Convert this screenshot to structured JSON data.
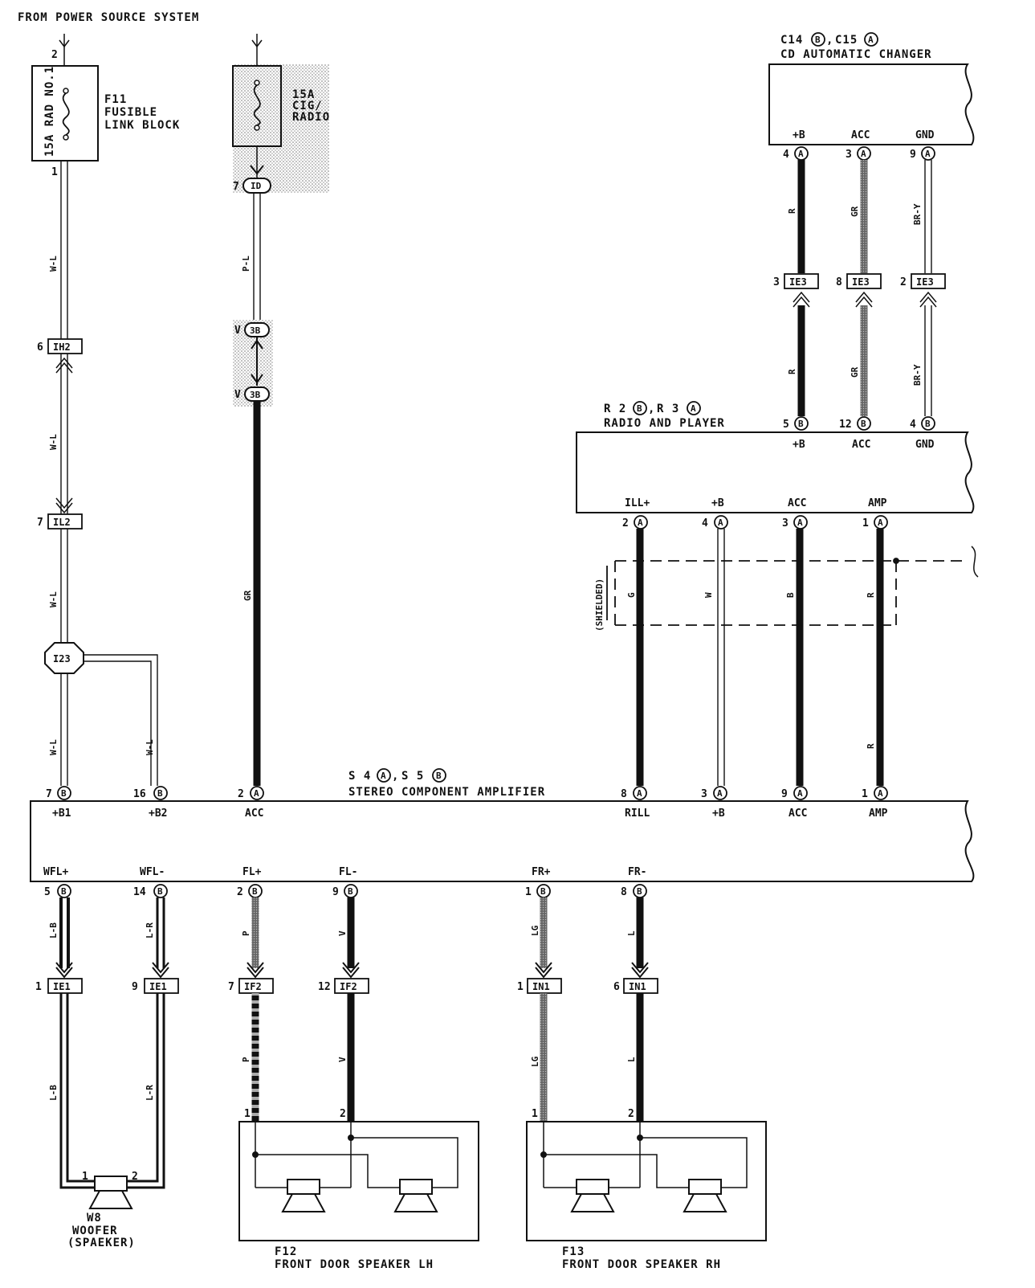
{
  "header": {
    "source_label": "FROM POWER SOURCE SYSTEM"
  },
  "fuse_f11": {
    "fuse_text": "15A RAD NO.1",
    "id": "F11",
    "name_line1": "FUSIBLE",
    "name_line2": "LINK BLOCK",
    "pin_top": "2",
    "pin_bottom": "1"
  },
  "fuse_cig": {
    "line1": "15A",
    "line2": "CIG/",
    "line3": "RADIO"
  },
  "cd_changer": {
    "ids_prefix1": "C14",
    "circ1": "B",
    "sep": ",",
    "ids_prefix2": "C15",
    "circ2": "A",
    "name": "CD AUTOMATIC CHANGER",
    "terminals": [
      "+B",
      "ACC",
      "GND"
    ],
    "pins": [
      "4",
      "3",
      "9"
    ],
    "pin_circle": "A"
  },
  "radio": {
    "ids_prefix1": "R 2",
    "circ1": "B",
    "sep": ",",
    "ids_prefix2": "R 3",
    "circ2": "A",
    "name": "RADIO AND PLAYER",
    "top_terminals": [
      "+B",
      "ACC",
      "GND"
    ],
    "top_pins": [
      "5",
      "12",
      "4"
    ],
    "top_circle": "B",
    "bottom_terminals": [
      "ILL+",
      "+B",
      "ACC",
      "AMP"
    ],
    "bottom_pins": [
      "2",
      "4",
      "3",
      "1"
    ],
    "bottom_circle": "A"
  },
  "amplifier": {
    "ids_prefix1": "S 4",
    "circ1": "A",
    "sep": ",",
    "ids_prefix2": "S 5",
    "circ2": "B",
    "name": "STEREO COMPONENT AMPLIFIER",
    "top_left_terminals": [
      "+B1",
      "+B2",
      "ACC"
    ],
    "top_left_pins": [
      "7",
      "16",
      "2"
    ],
    "top_left_circles": [
      "B",
      "B",
      "A"
    ],
    "top_right_terminals": [
      "RILL",
      "+B",
      "ACC",
      "AMP"
    ],
    "top_right_pins": [
      "8",
      "3",
      "9",
      "1"
    ],
    "top_right_circle": "A",
    "bottom_terminals": [
      "WFL+",
      "WFL-",
      "FL+",
      "FL-",
      "FR+",
      "FR-"
    ],
    "bottom_pins": [
      "5",
      "14",
      "2",
      "9",
      "1",
      "8"
    ],
    "bottom_circle": "B"
  },
  "connectors": {
    "ih2": {
      "label": "IH2",
      "pin": "6"
    },
    "il2": {
      "label": "IL2",
      "pin": "7"
    },
    "i23": {
      "label": "I23"
    },
    "id": {
      "label": "ID",
      "pin": "7"
    },
    "b3a": {
      "label": "3B",
      "pin": "V"
    },
    "b3b": {
      "label": "3B",
      "pin": "V"
    },
    "ie3": {
      "label": "IE3",
      "pins": [
        "3",
        "8",
        "2"
      ]
    },
    "ie1": {
      "label": "IE1",
      "pins": [
        "1",
        "9"
      ]
    },
    "if2": {
      "label": "IF2",
      "pins": [
        "7",
        "12"
      ]
    },
    "in1": {
      "label": "IN1",
      "pins": [
        "1",
        "6"
      ]
    }
  },
  "wires": {
    "wl": "W-L",
    "pl": "P-L",
    "gr": "GR",
    "r": "R",
    "bry": "BR-Y",
    "g": "G",
    "w": "W",
    "b": "B",
    "lb": "L-B",
    "lr": "L-R",
    "p": "P",
    "v": "V",
    "lg": "LG",
    "l": "L"
  },
  "shielded": "(SHIELDED)",
  "woofer": {
    "id": "W8",
    "name": "WOOFER",
    "sub": "(SPAEKER)",
    "pins": [
      "1",
      "2"
    ]
  },
  "speaker_lh": {
    "id": "F12",
    "name": "FRONT DOOR SPEAKER LH",
    "pins": [
      "1",
      "2"
    ]
  },
  "speaker_rh": {
    "id": "F13",
    "name": "FRONT DOOR SPEAKER RH",
    "pins": [
      "1",
      "2"
    ]
  }
}
